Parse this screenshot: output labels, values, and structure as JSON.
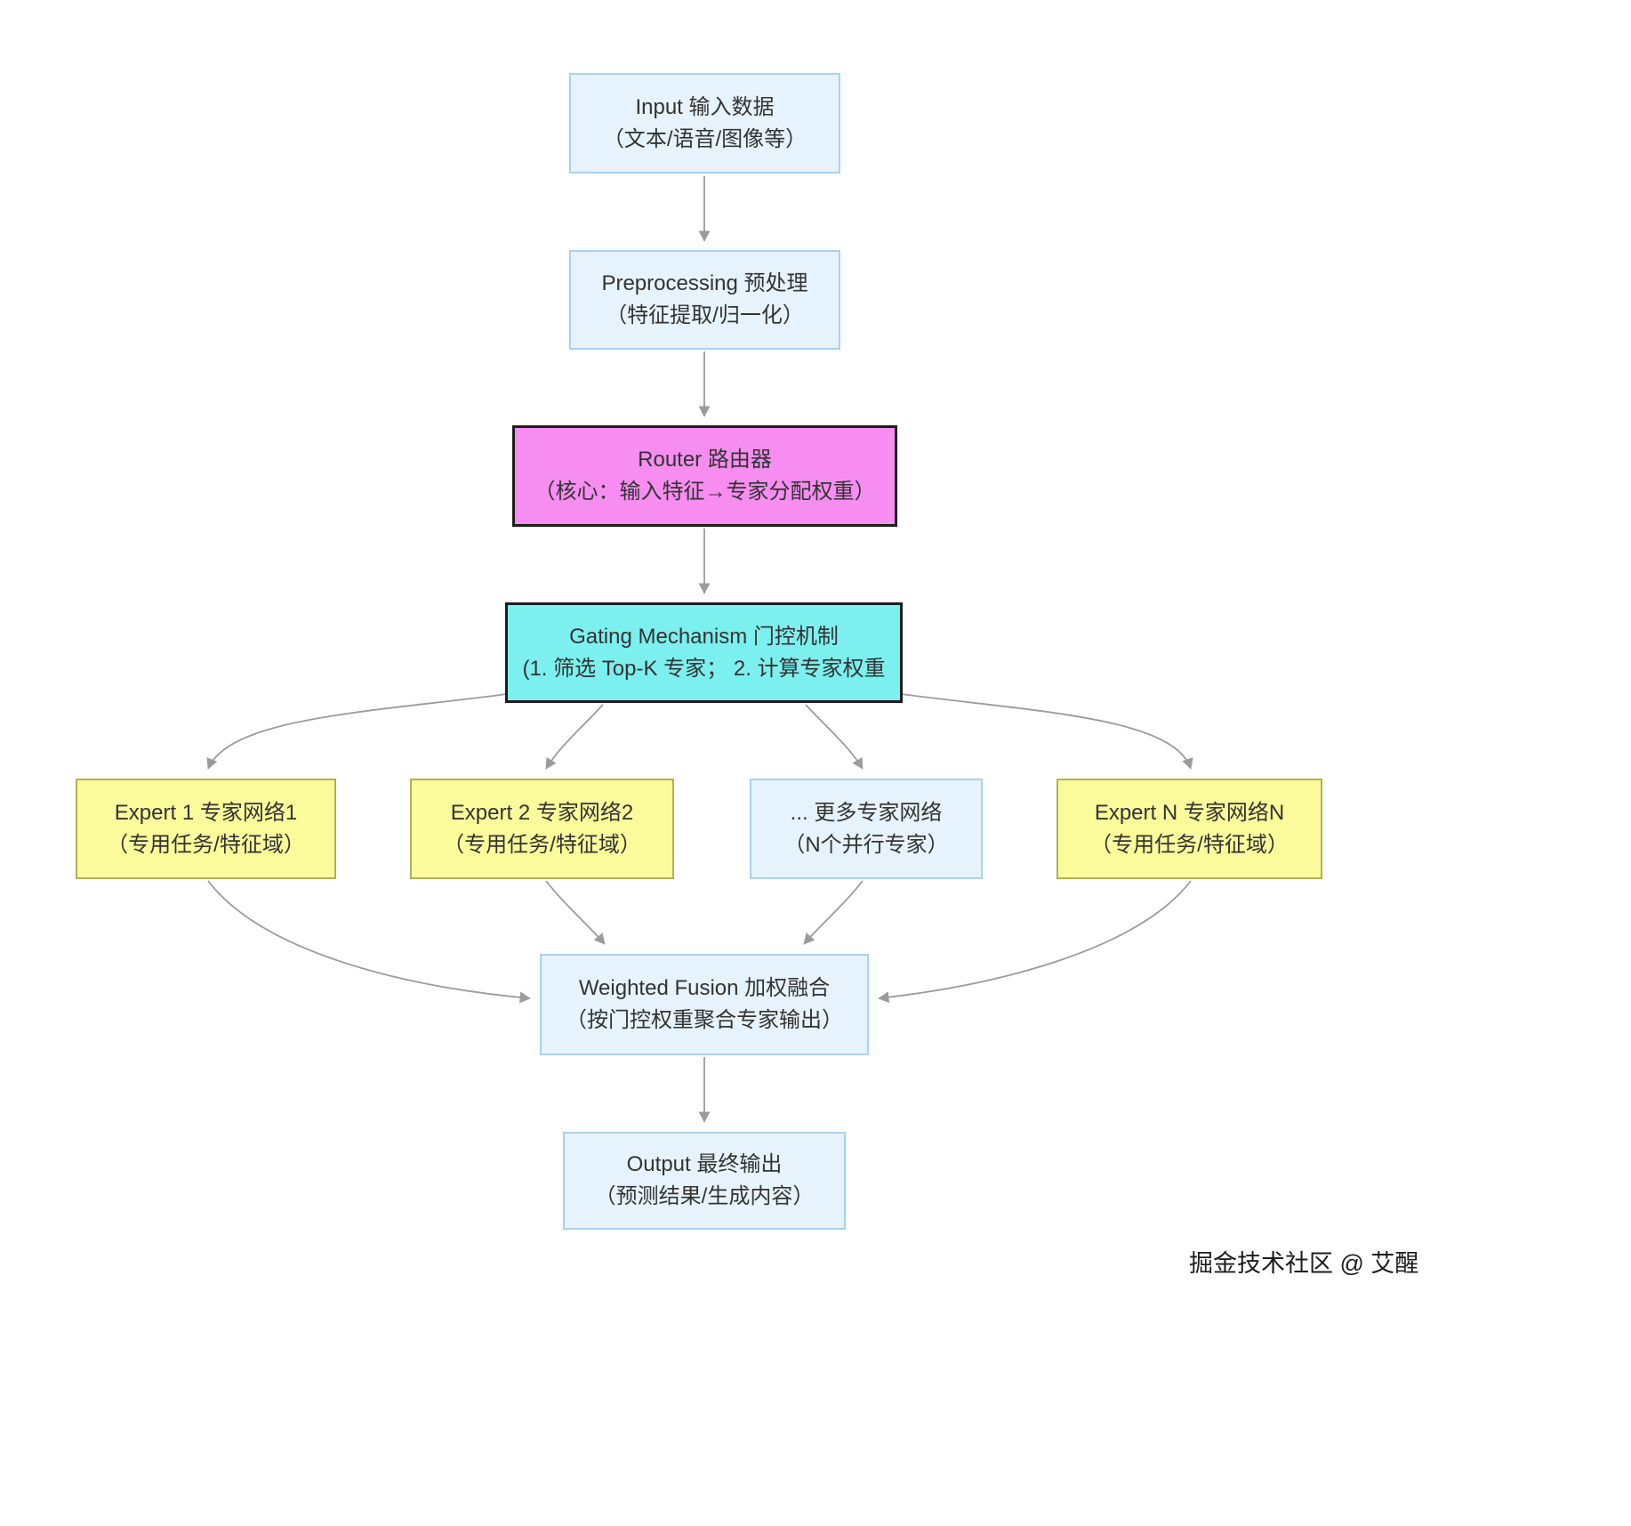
{
  "diagram": {
    "title_hint": "Mixture-of-Experts flow diagram",
    "nodes": {
      "input": {
        "line1": "Input 输入数据",
        "line2": "（文本/语音/图像等）"
      },
      "preprocessing": {
        "line1": "Preprocessing 预处理",
        "line2": "（特征提取/归一化）"
      },
      "router": {
        "line1": "Router 路由器",
        "line2": "（核心：输入特征→专家分配权重）"
      },
      "gating": {
        "line1": "Gating Mechanism 门控机制",
        "line2": "(1. 筛选 Top-K 专家； 2. 计算专家权重"
      },
      "expert1": {
        "line1": "Expert 1 专家网络1",
        "line2": "（专用任务/特征域）"
      },
      "expert2": {
        "line1": "Expert 2 专家网络2",
        "line2": "（专用任务/特征域）"
      },
      "more_experts": {
        "line1": "... 更多专家网络",
        "line2": "（N个并行专家）"
      },
      "expertN": {
        "line1": "Expert N 专家网络N",
        "line2": "（专用任务/特征域）"
      },
      "fusion": {
        "line1": "Weighted Fusion 加权融合",
        "line2": "（按门控权重聚合专家输出）"
      },
      "output": {
        "line1": "Output 最终输出",
        "line2": "（预测结果/生成内容）"
      }
    },
    "watermark": "掘金技术社区 @ 艾醒",
    "colors": {
      "node_blue_bg": "#e7f3fc",
      "node_blue_border": "#a8d2ee",
      "router_bg": "#f78df1",
      "gating_bg": "#7cf0ef",
      "expert_bg": "#fbfb9b",
      "expert_border": "#b1b155",
      "dark_border": "#1d1d1d",
      "arrow": "#9b9b9b",
      "text": "#333333"
    }
  }
}
